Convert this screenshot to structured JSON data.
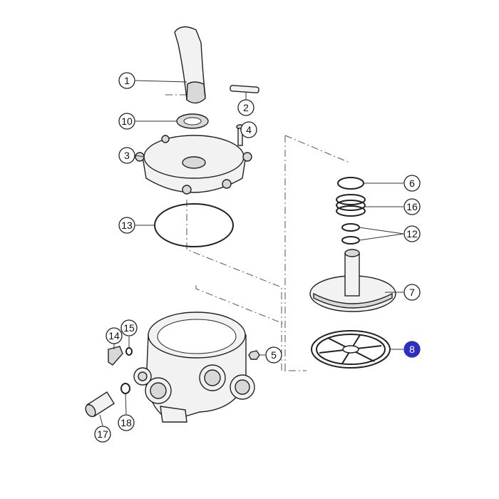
{
  "diagram": {
    "highlight_color": "#2d2fc0",
    "callouts": {
      "c1": "1",
      "c2": "2",
      "c3": "3",
      "c4": "4",
      "c5": "5",
      "c6": "6",
      "c7": "7",
      "c8": "8",
      "c10": "10",
      "c12": "12",
      "c13": "13",
      "c14": "14",
      "c15": "15",
      "c16": "16",
      "c17": "17",
      "c18": "18"
    },
    "highlighted_part": "8"
  }
}
